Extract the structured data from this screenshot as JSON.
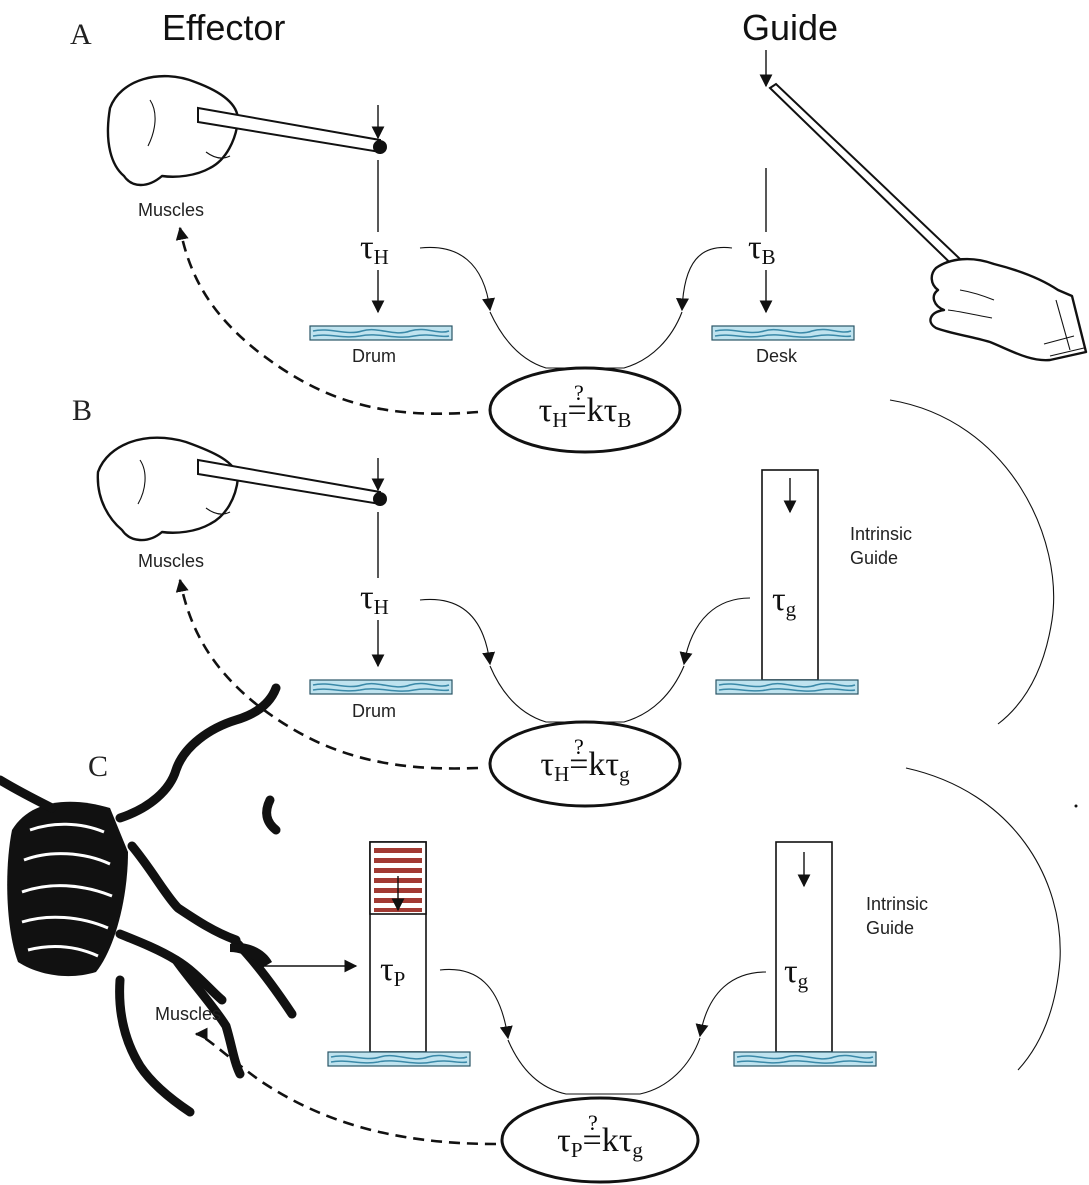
{
  "headings": {
    "effector": "Effector",
    "guide": "Guide"
  },
  "panel_a": {
    "letter": "A",
    "muscles": "Muscles",
    "tau_left": "τ",
    "tau_left_sub": "H",
    "tau_right": "τ",
    "tau_right_sub": "B",
    "surface_left": "Drum",
    "surface_right": "Desk",
    "eq_tau1": "τ",
    "eq_sub1": "H",
    "eq_rel": "?",
    "eq_eq": "=",
    "eq_k": "kτ",
    "eq_sub2": "B"
  },
  "panel_b": {
    "letter": "B",
    "muscles": "Muscles",
    "tau_left": "τ",
    "tau_left_sub": "H",
    "tau_right": "τ",
    "tau_right_sub": "g",
    "surface_left": "Drum",
    "guide_label_1": "Intrinsic",
    "guide_label_2": "Guide",
    "eq_tau1": "τ",
    "eq_sub1": "H",
    "eq_rel": "?",
    "eq_eq": "=",
    "eq_k": "kτ",
    "eq_sub2": "g"
  },
  "panel_c": {
    "letter": "C",
    "muscles": "Muscles",
    "tau_left": "τ",
    "tau_left_sub": "P",
    "tau_right": "τ",
    "tau_right_sub": "g",
    "guide_label_1": "Intrinsic",
    "guide_label_2": "Guide",
    "eq_tau1": "τ",
    "eq_sub1": "P",
    "eq_rel": "?",
    "eq_eq": "=",
    "eq_k": "kτ",
    "eq_sub2": "g"
  },
  "colors": {
    "surface_fill": "#bfe3ef",
    "surface_wave": "#3a89a8",
    "perception_stripes": "#a23a33"
  }
}
